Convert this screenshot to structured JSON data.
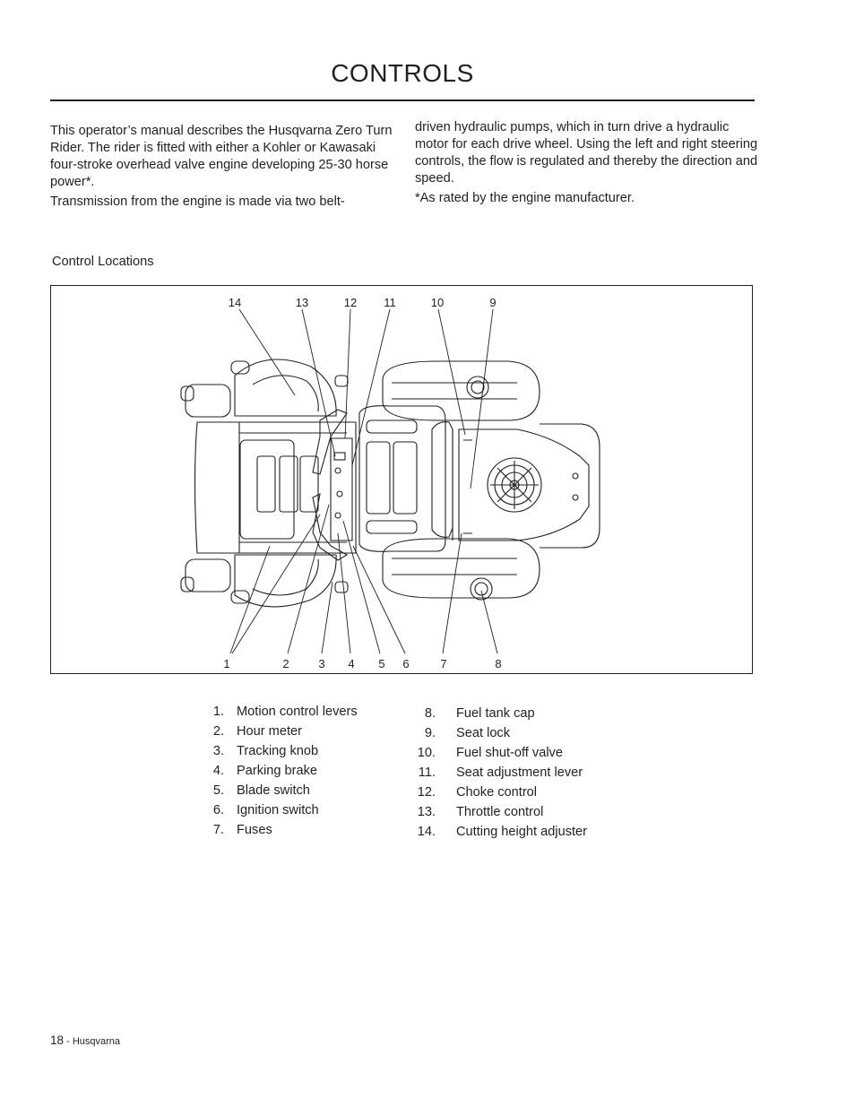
{
  "page": {
    "title": "CONTROLS",
    "footer": {
      "page_number": "18",
      "separator": " - ",
      "brand": "Husqvarna"
    }
  },
  "body": {
    "left_paragraphs": [
      "This operator’s manual describes the Husqvarna Zero Turn Rider. The rider is fitted with either a Kohler or Kawasaki four-stroke overhead valve engine developing 25-30 horse power*.",
      "Transmission from the engine is made via two belt-"
    ],
    "right_paragraphs": [
      "driven hydraulic pumps, which in turn drive a hydraulic motor for each drive wheel. Using the left and right steering controls, the flow is regulated and thereby the direction and speed.",
      "*As rated by the engine manufacturer."
    ]
  },
  "figure": {
    "caption": "Control Locations",
    "top_callouts": [
      "14",
      "13",
      "12",
      "11",
      "10",
      "9"
    ],
    "bottom_callouts": [
      "1",
      "2",
      "3",
      "4",
      "5",
      "6",
      "7",
      "8"
    ]
  },
  "legend": {
    "left": [
      {
        "num": "1.",
        "label": "Motion control levers"
      },
      {
        "num": "2.",
        "label": "Hour meter"
      },
      {
        "num": "3.",
        "label": "Tracking knob"
      },
      {
        "num": "4.",
        "label": "Parking brake"
      },
      {
        "num": "5.",
        "label": "Blade switch"
      },
      {
        "num": "6.",
        "label": "Ignition switch"
      },
      {
        "num": "7.",
        "label": "Fuses"
      }
    ],
    "right": [
      {
        "num": "8.",
        "label": "Fuel tank cap"
      },
      {
        "num": "9.",
        "label": "Seat lock"
      },
      {
        "num": "10.",
        "label": "Fuel shut-off valve"
      },
      {
        "num": "11.",
        "label": "Seat adjustment lever"
      },
      {
        "num": "12.",
        "label": "Choke control"
      },
      {
        "num": "13.",
        "label": "Throttle control"
      },
      {
        "num": "14.",
        "label": "Cutting height adjuster"
      }
    ]
  }
}
